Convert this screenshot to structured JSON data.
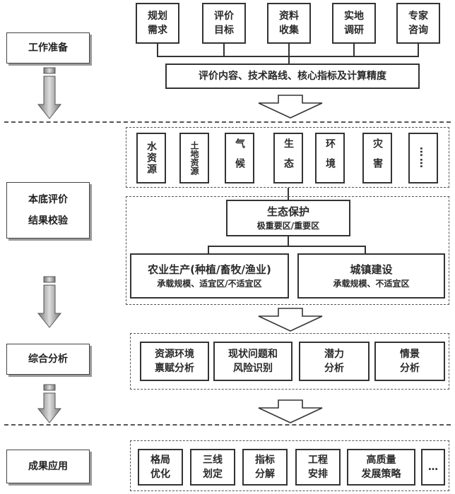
{
  "stages": [
    {
      "label": "工作准备"
    },
    {
      "label": "本底评价\n结果校验",
      "line1": "本底评价",
      "line2": "结果校验"
    },
    {
      "label": "综合分析"
    },
    {
      "label": "成果应用"
    }
  ],
  "prep": {
    "items": [
      {
        "line1": "规划",
        "line2": "需求"
      },
      {
        "line1": "评价",
        "line2": "目标"
      },
      {
        "line1": "资料",
        "line2": "收集"
      },
      {
        "line1": "实地",
        "line2": "调研"
      },
      {
        "line1": "专家",
        "line2": "咨询"
      }
    ],
    "summary": "评价内容、技术路线、核心指标及计算精度"
  },
  "baseline": {
    "factors": [
      "水资源",
      "土地资源",
      "气候",
      "生态",
      "环境",
      "灾害",
      "……"
    ],
    "ecology": {
      "title": "生态保护",
      "subtitle": "极重要区/重要区"
    },
    "agriculture": {
      "title": "农业生产(种植/畜牧/渔业)",
      "subtitle": "承载规模、适宜区/不适宜区"
    },
    "urban": {
      "title": "城镇建设",
      "subtitle": "承载规模、不适宜区"
    }
  },
  "analysis": {
    "items": [
      {
        "line1": "资源环境",
        "line2": "禀赋分析"
      },
      {
        "line1": "现状问题和",
        "line2": "风险识别"
      },
      {
        "line1": "潜力",
        "line2": "分析"
      },
      {
        "line1": "情景",
        "line2": "分析"
      }
    ]
  },
  "application": {
    "items": [
      {
        "line1": "格局",
        "line2": "优化"
      },
      {
        "line1": "三线",
        "line2": "划定"
      },
      {
        "line1": "指标",
        "line2": "分解"
      },
      {
        "line1": "工程",
        "line2": "安排"
      },
      {
        "line1": "高质量",
        "line2": "发展策略"
      },
      {
        "line1": "…",
        "line2": ""
      }
    ]
  }
}
